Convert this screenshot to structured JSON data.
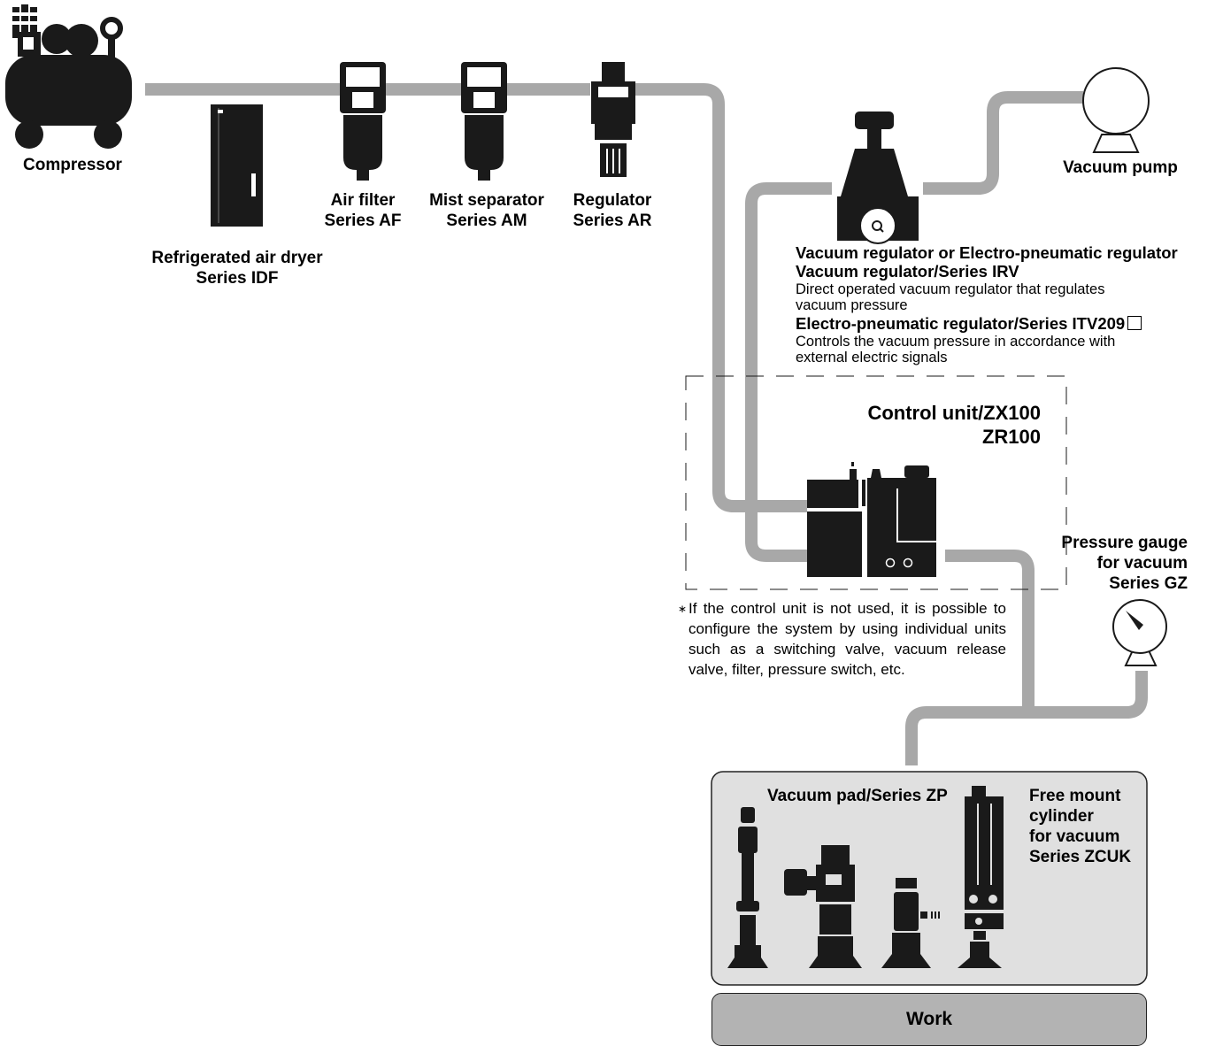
{
  "components": {
    "compressor": {
      "label": "Compressor"
    },
    "dryer": {
      "line1": "Refrigerated air dryer",
      "line2": "Series IDF"
    },
    "air_filter": {
      "line1": "Air filter",
      "line2": "Series AF"
    },
    "mist_separator": {
      "line1": "Mist separator",
      "line2": "Series AM"
    },
    "regulator": {
      "line1": "Regulator",
      "line2": "Series AR"
    },
    "vacuum_pump": {
      "label": "Vacuum pump"
    },
    "vacuum_regulator": {
      "heading1": "Vacuum regulator or Electro-pneumatic regulator",
      "heading2": "Vacuum regulator/Series IRV",
      "desc1a": "Direct operated vacuum regulator that regulates",
      "desc1b": "vacuum pressure",
      "heading3": "Electro-pneumatic regulator/Series ITV209",
      "desc2a": "Controls the vacuum pressure in accordance with",
      "desc2b": "external electric signals"
    },
    "control_unit": {
      "line1": "Control unit/ZX100",
      "line2": "ZR100"
    },
    "pressure_gauge": {
      "line1": "Pressure gauge",
      "line2": "for vacuum",
      "line3": "Series GZ"
    },
    "vacuum_pad": {
      "label": "Vacuum pad/Series ZP"
    },
    "cylinder": {
      "line1": "Free mount",
      "line2": "cylinder",
      "line3": "for vacuum",
      "line4": "Series ZCUK"
    },
    "work": {
      "label": "Work"
    }
  },
  "note": {
    "mark": "∗",
    "text": "If the control unit is not used, it is possible to configure the system by using individual units such as a switching valve, vacuum release valve, filter, pressure switch, etc."
  },
  "colors": {
    "pipe": "#a8a8a8",
    "device": "#1a1a1a",
    "panel": "#e0e0e0",
    "work": "#b3b3b3"
  }
}
